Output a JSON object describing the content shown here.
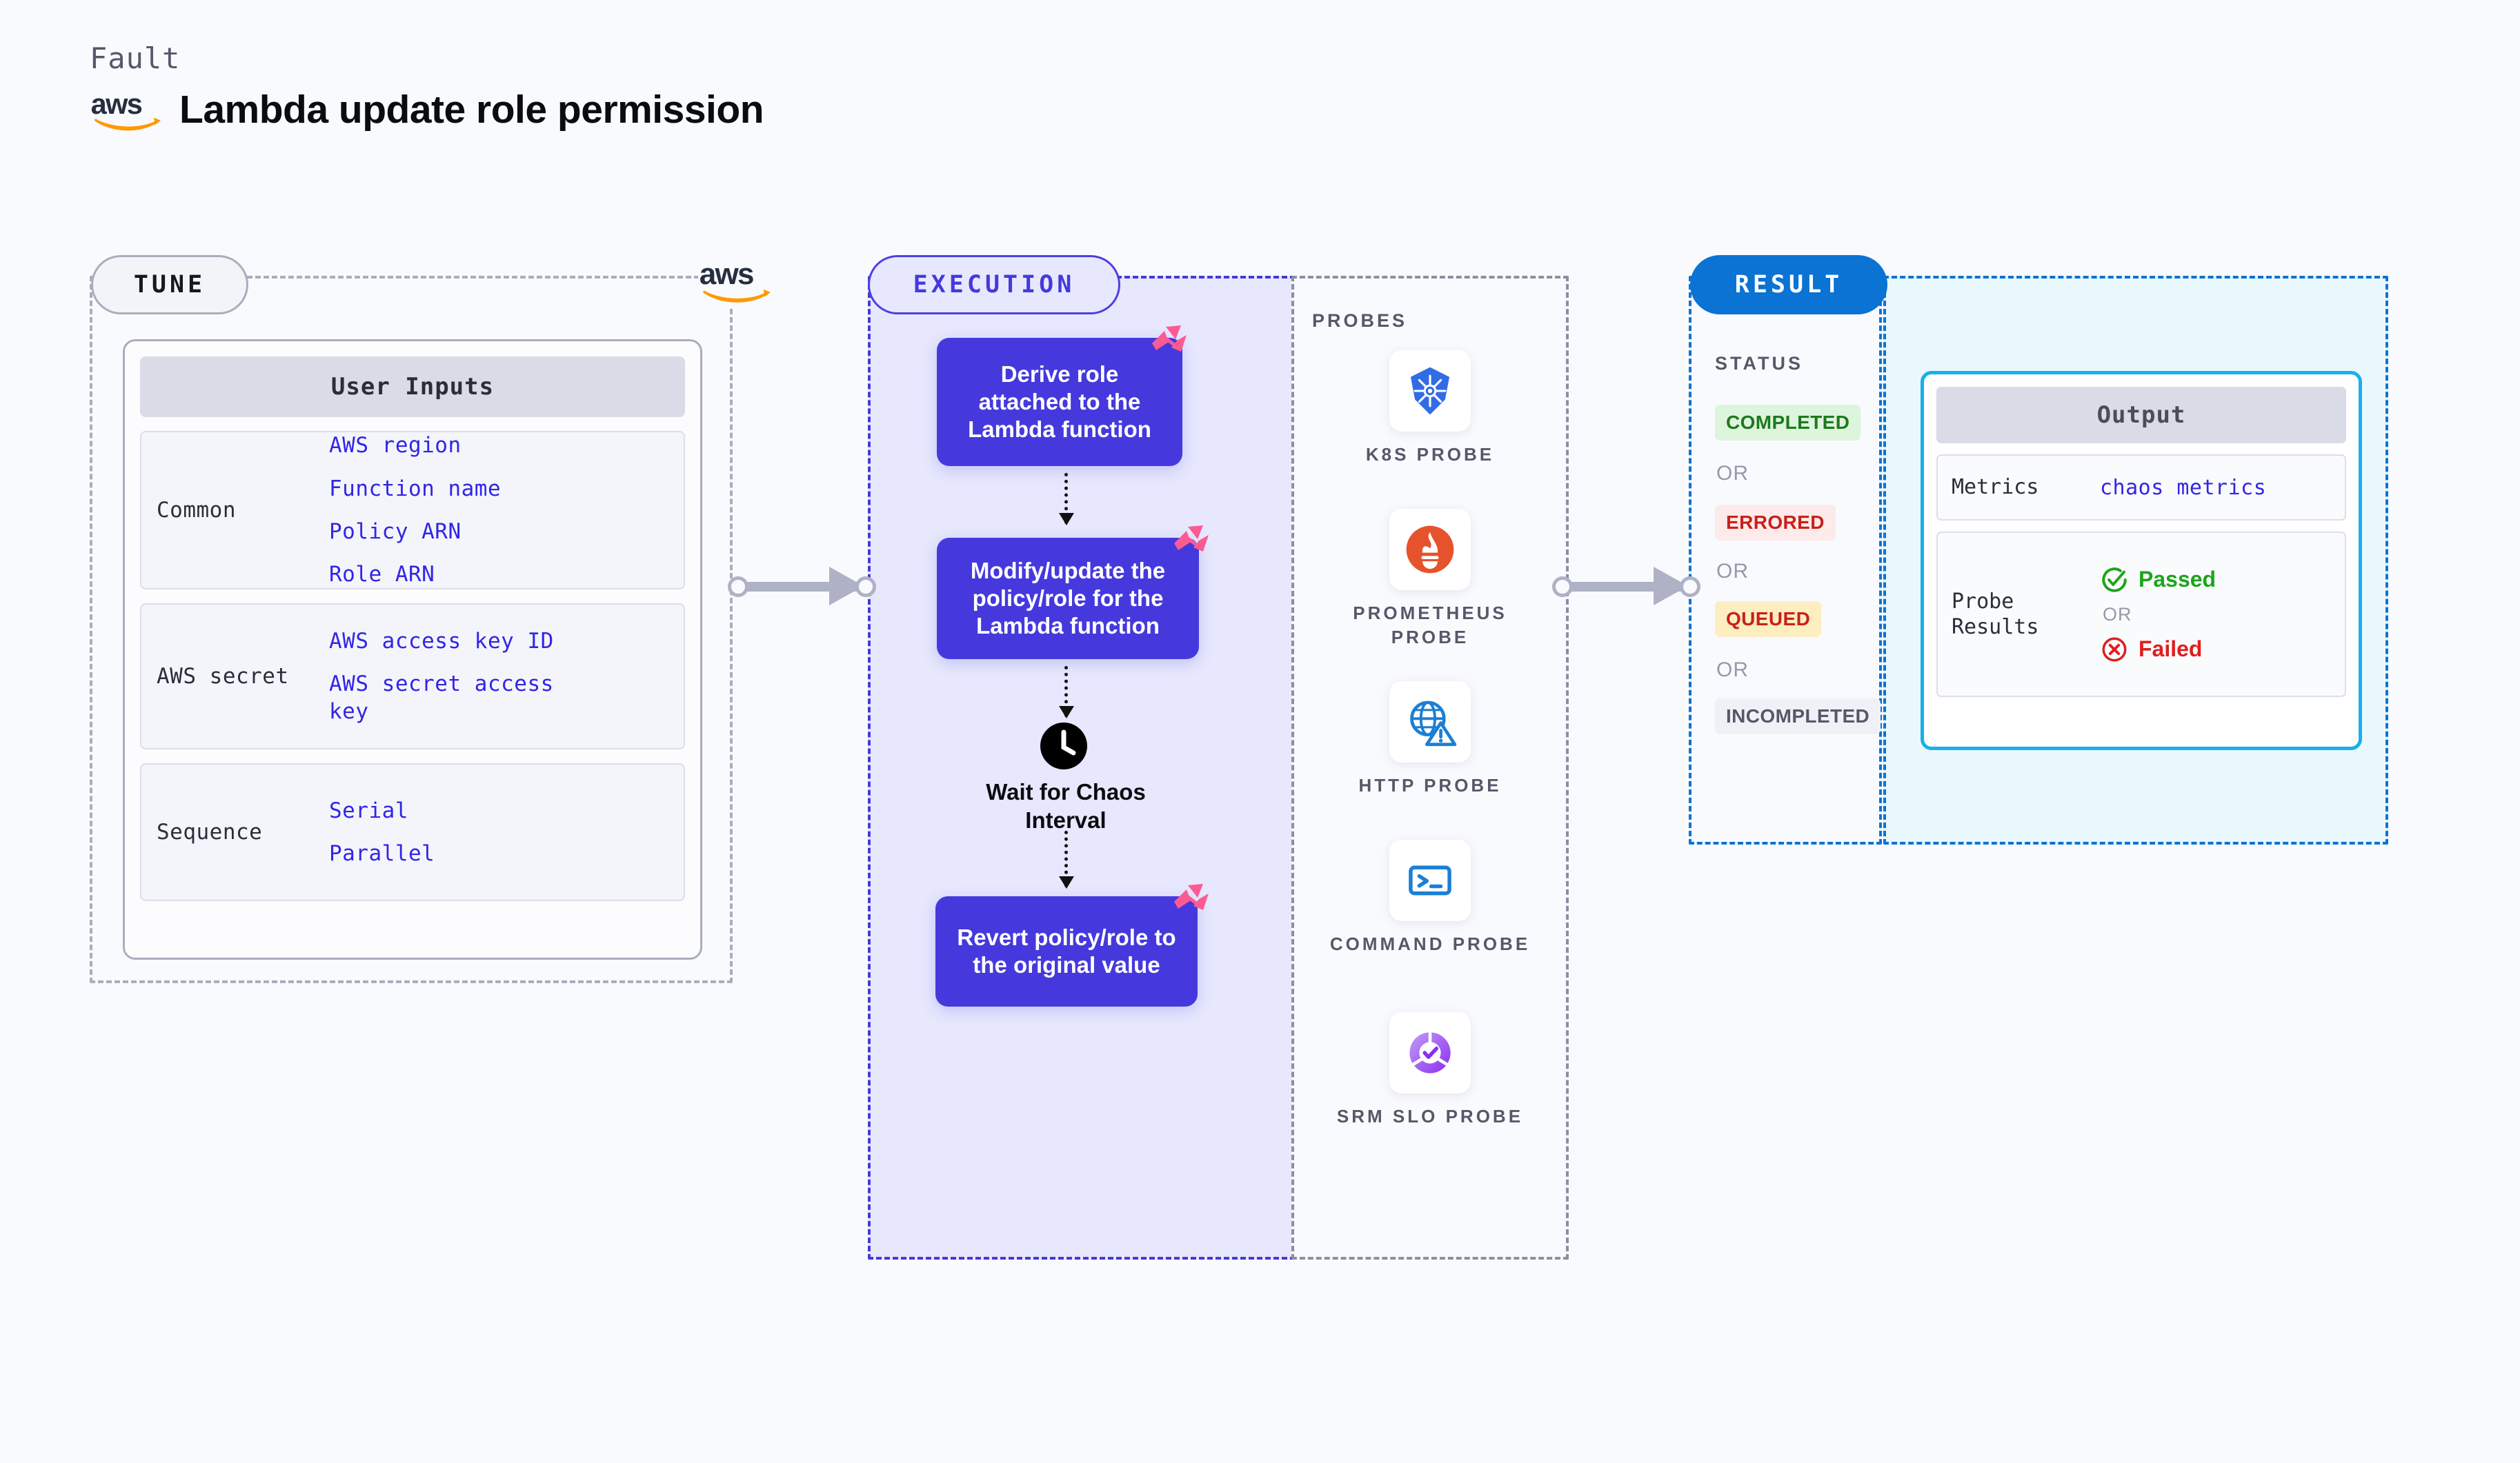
{
  "header": {
    "kicker": "Fault",
    "title": "Lambda update role permission",
    "logo_icon": "aws-logo"
  },
  "sections": {
    "tune": {
      "pill_label": "TUNE",
      "aws_icon": "aws-logo"
    },
    "execution": {
      "pill_label": "EXECUTION"
    },
    "result": {
      "pill_label": "RESULT"
    }
  },
  "tune": {
    "card_title": "User Inputs",
    "groups": [
      {
        "label": "Common",
        "values": [
          "AWS region",
          "Function name",
          "Policy ARN",
          "Role ARN"
        ]
      },
      {
        "label": "AWS secret",
        "values": [
          "AWS access key ID",
          "AWS secret access key"
        ]
      },
      {
        "label": "Sequence",
        "values": [
          "Serial",
          "Parallel"
        ]
      }
    ]
  },
  "execution": {
    "nodes": [
      {
        "label": "Derive role attached to the Lambda function",
        "badge_icon": "litmus-chaos-icon"
      },
      {
        "label": "Modify/update the policy/role for the Lambda function",
        "badge_icon": "litmus-chaos-icon"
      },
      {
        "label": "Revert policy/role to the original value",
        "badge_icon": "litmus-chaos-icon"
      }
    ],
    "wait": {
      "label": "Wait for Chaos Interval",
      "icon": "clock-icon"
    }
  },
  "probes": {
    "title": "PROBES",
    "items": [
      {
        "label": "K8S PROBE",
        "icon": "kubernetes-icon"
      },
      {
        "label": "PROMETHEUS PROBE",
        "icon": "prometheus-icon"
      },
      {
        "label": "HTTP PROBE",
        "icon": "http-globe-warning-icon"
      },
      {
        "label": "COMMAND PROBE",
        "icon": "terminal-icon"
      },
      {
        "label": "SRM SLO PROBE",
        "icon": "srm-slo-icon"
      }
    ]
  },
  "result": {
    "status_title": "STATUS",
    "or_label": "OR",
    "statuses": [
      {
        "label": "COMPLETED",
        "bg": "#ddf5dc",
        "color": "#1d7a1d"
      },
      {
        "label": "ERRORED",
        "bg": "#fdeaea",
        "color": "#c9201a"
      },
      {
        "label": "QUEUED",
        "bg": "#fdeec2",
        "color": "#c9201a"
      },
      {
        "label": "INCOMPLETED",
        "bg": "#f0f1f7",
        "color": "#565869"
      }
    ]
  },
  "output": {
    "card_title": "Output",
    "metrics_label": "Metrics",
    "metrics_value": "chaos metrics",
    "probe_results_label": "Probe Results",
    "passed_label": "Passed",
    "failed_label": "Failed",
    "or_label": "OR",
    "passed_icon": "check-circle-icon",
    "failed_icon": "x-circle-icon"
  },
  "colors": {
    "background": "#f9fafe",
    "execution_accent": "#4539dd",
    "result_accent": "#0a73d4",
    "output_border": "#18b0ea",
    "aws_orange": "#ff9900",
    "litmus_pink": "#fb5b92",
    "mono_value": "#3125e8"
  }
}
